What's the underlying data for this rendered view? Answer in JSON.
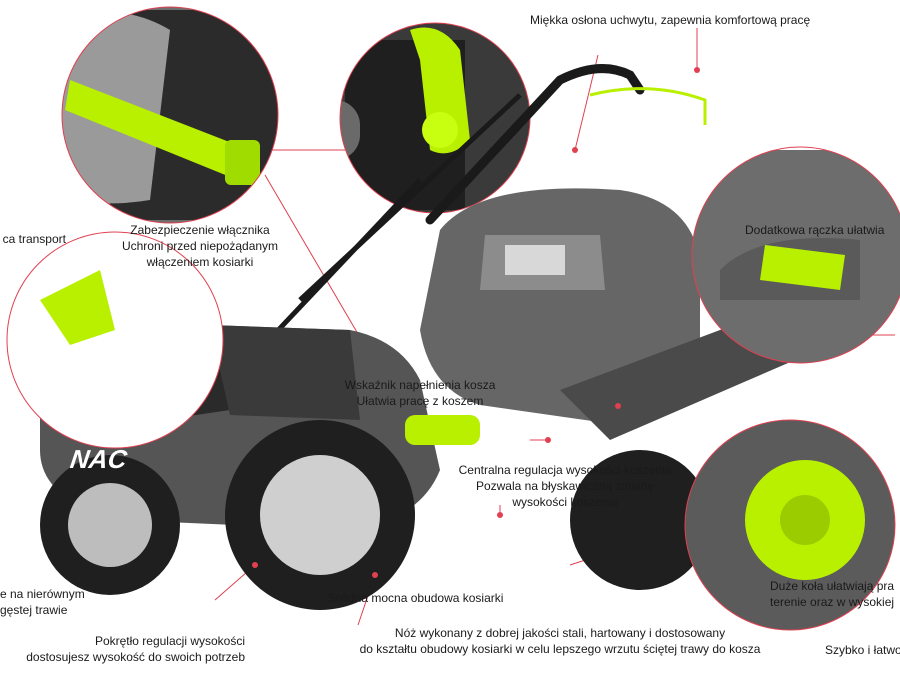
{
  "brand": {
    "logo_text": "NAC"
  },
  "accent_colors": {
    "lime": "#b8f000",
    "body_gray": "#7a7a7a",
    "dark_body": "#2e2e2e",
    "callout_line": "#e04050"
  },
  "callouts": {
    "grip": {
      "text": "Miękka osłona uchwytu, zapewnia komfortową pracę"
    },
    "transport": {
      "text": "ca transport"
    },
    "switch_safety": {
      "title": "Zabezpieczenie włącznika",
      "desc_line1": "Uchroni przed niepożądanym",
      "desc_line2": "włączeniem kosiarki"
    },
    "extra_handle": {
      "title": "Dodatkowa rączka ułatwia"
    },
    "bag_indicator": {
      "title": "Wskaźnik napełnienia kosza",
      "desc": "Ułatwia pracę z koszem"
    },
    "central_height": {
      "title": "Centralna regulacja wysokości koszenia",
      "desc_line1": "Pozwala na błyskawiczną zmianę",
      "desc_line2": "wysokości koszenia"
    },
    "uneven_terrain": {
      "line1": "e na nierównym",
      "line2": "gęstej trawie"
    },
    "large_wheels": {
      "line1": "Duże koła ułatwiają pra",
      "line2": "terenie oraz w wysokiej"
    },
    "solid_housing": {
      "text": "Solidna mocna obudowa kosiarki"
    },
    "height_knob": {
      "title": "Pokrętło regulacji wysokości",
      "desc": "dostosujesz wysokość do swoich potrzeb"
    },
    "blade": {
      "line1": "Nóż wykonany z dobrej jakości stali, hartowany i dostosowany",
      "line2": "do kształtu obudowy kosiarki w celu lepszego wrzutu ściętej trawy do kosza"
    },
    "quick": {
      "text": "Szybko i łatwo"
    }
  }
}
